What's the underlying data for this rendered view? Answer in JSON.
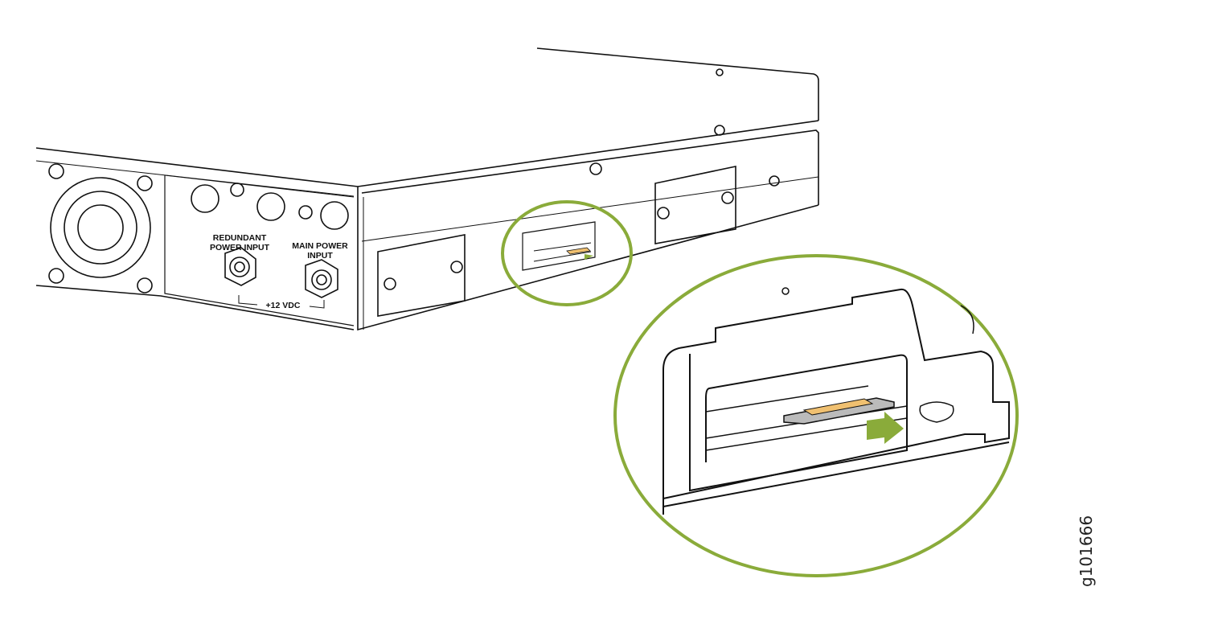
{
  "labels": {
    "redundant_line1": "REDUNDANT",
    "redundant_line2": "POWER INPUT",
    "main_line1": "MAIN POWER",
    "main_line2": "INPUT",
    "voltage": "+12 VDC"
  },
  "figure_id": "g101666",
  "colors": {
    "callout": "#8aab3a",
    "sim_card": "#f0c070",
    "arrow": "#8aab3a",
    "line": "#111111"
  }
}
